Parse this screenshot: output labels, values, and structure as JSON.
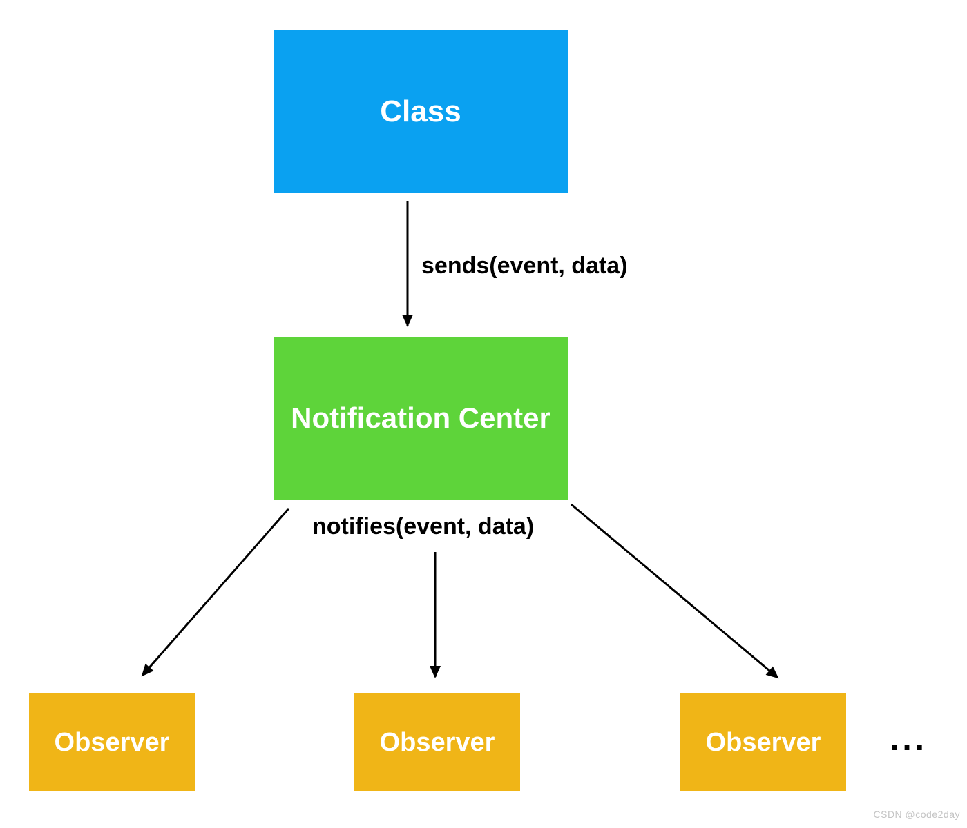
{
  "colors": {
    "class_blue": "#0aa1f1",
    "notification_green": "#5ed43a",
    "observer_orange": "#f0b517",
    "arrow_black": "#000000",
    "watermark_gray": "#c4c4c4"
  },
  "diagram": {
    "nodes": {
      "class_node": {
        "label": "Class"
      },
      "notification_center": {
        "label": "Notification Center"
      },
      "observer_1": {
        "label": "Observer"
      },
      "observer_2": {
        "label": "Observer"
      },
      "observer_3": {
        "label": "Observer"
      }
    },
    "edge_labels": {
      "sends": "sends(event, data)",
      "notifies": "notifies(event, data)"
    },
    "ellipsis": "...",
    "watermark": "CSDN @code2day"
  }
}
